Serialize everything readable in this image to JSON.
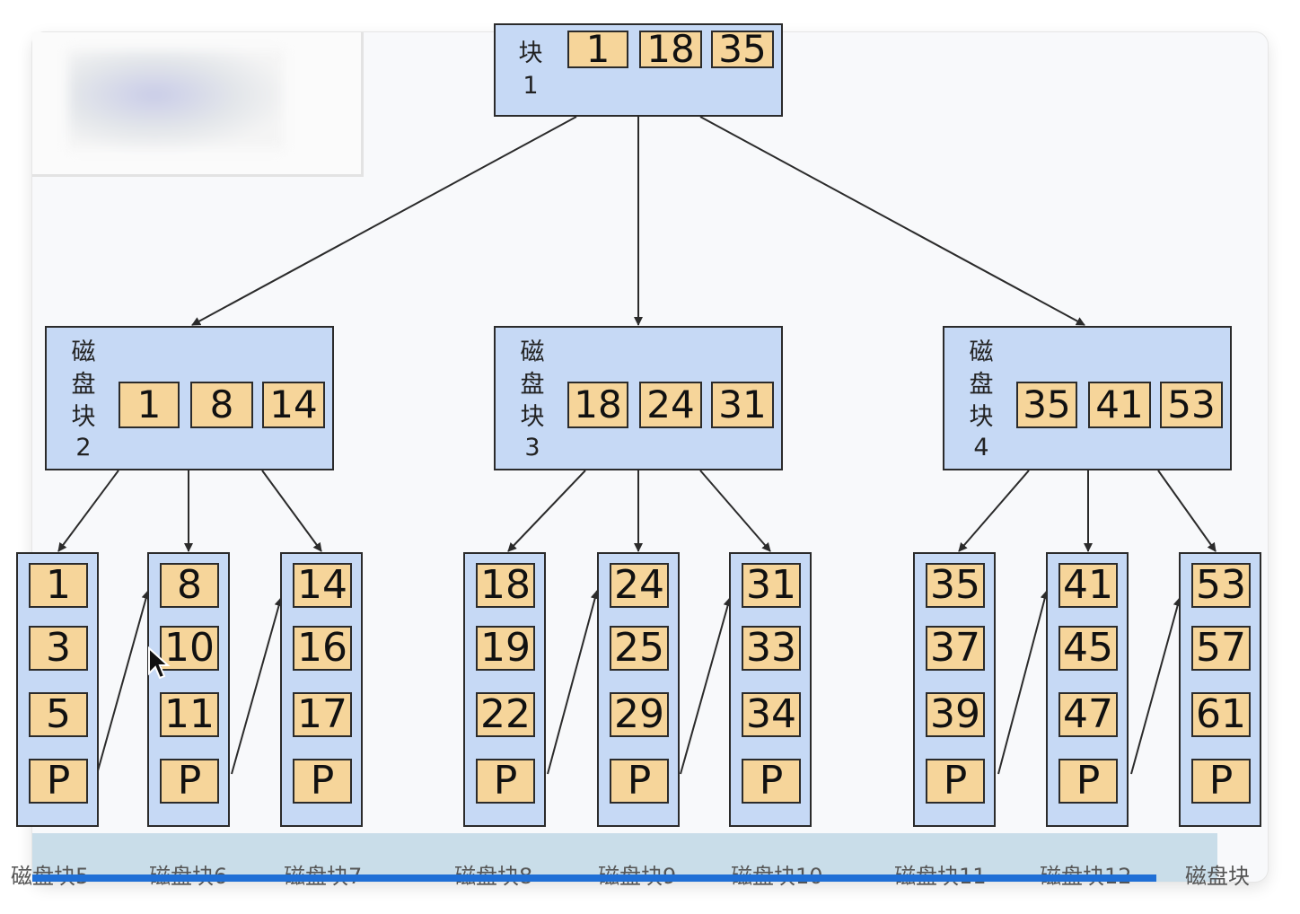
{
  "root": {
    "label": [
      "块",
      "1"
    ],
    "keys": [
      "1",
      "18",
      "35"
    ]
  },
  "internal": [
    {
      "label": [
        "磁",
        "盘",
        "块",
        "2"
      ],
      "keys": [
        "1",
        "8",
        "14"
      ]
    },
    {
      "label": [
        "磁",
        "盘",
        "块",
        "3"
      ],
      "keys": [
        "18",
        "24",
        "31"
      ]
    },
    {
      "label": [
        "磁",
        "盘",
        "块",
        "4"
      ],
      "keys": [
        "35",
        "41",
        "53"
      ]
    }
  ],
  "leaves": [
    {
      "keys": [
        "1",
        "3",
        "5",
        "P"
      ]
    },
    {
      "keys": [
        "8",
        "10",
        "11",
        "P"
      ]
    },
    {
      "keys": [
        "14",
        "16",
        "17",
        "P"
      ]
    },
    {
      "keys": [
        "18",
        "19",
        "22",
        "P"
      ]
    },
    {
      "keys": [
        "24",
        "25",
        "29",
        "P"
      ]
    },
    {
      "keys": [
        "31",
        "33",
        "34",
        "P"
      ]
    },
    {
      "keys": [
        "35",
        "37",
        "39",
        "P"
      ]
    },
    {
      "keys": [
        "41",
        "45",
        "47",
        "P"
      ]
    },
    {
      "keys": [
        "53",
        "57",
        "61",
        "P"
      ]
    }
  ],
  "bottom_labels": [
    "磁盘块5",
    "磁盘块6",
    "磁盘块7",
    "磁盘块8",
    "磁盘块9",
    "磁盘块10",
    "磁盘块11",
    "磁盘块12",
    "磁盘块"
  ],
  "colors": {
    "block_fill": "#c6d9f5",
    "key_fill": "#f6d59a",
    "stroke": "#2b2b2b",
    "progress": "#1f6fd6"
  }
}
